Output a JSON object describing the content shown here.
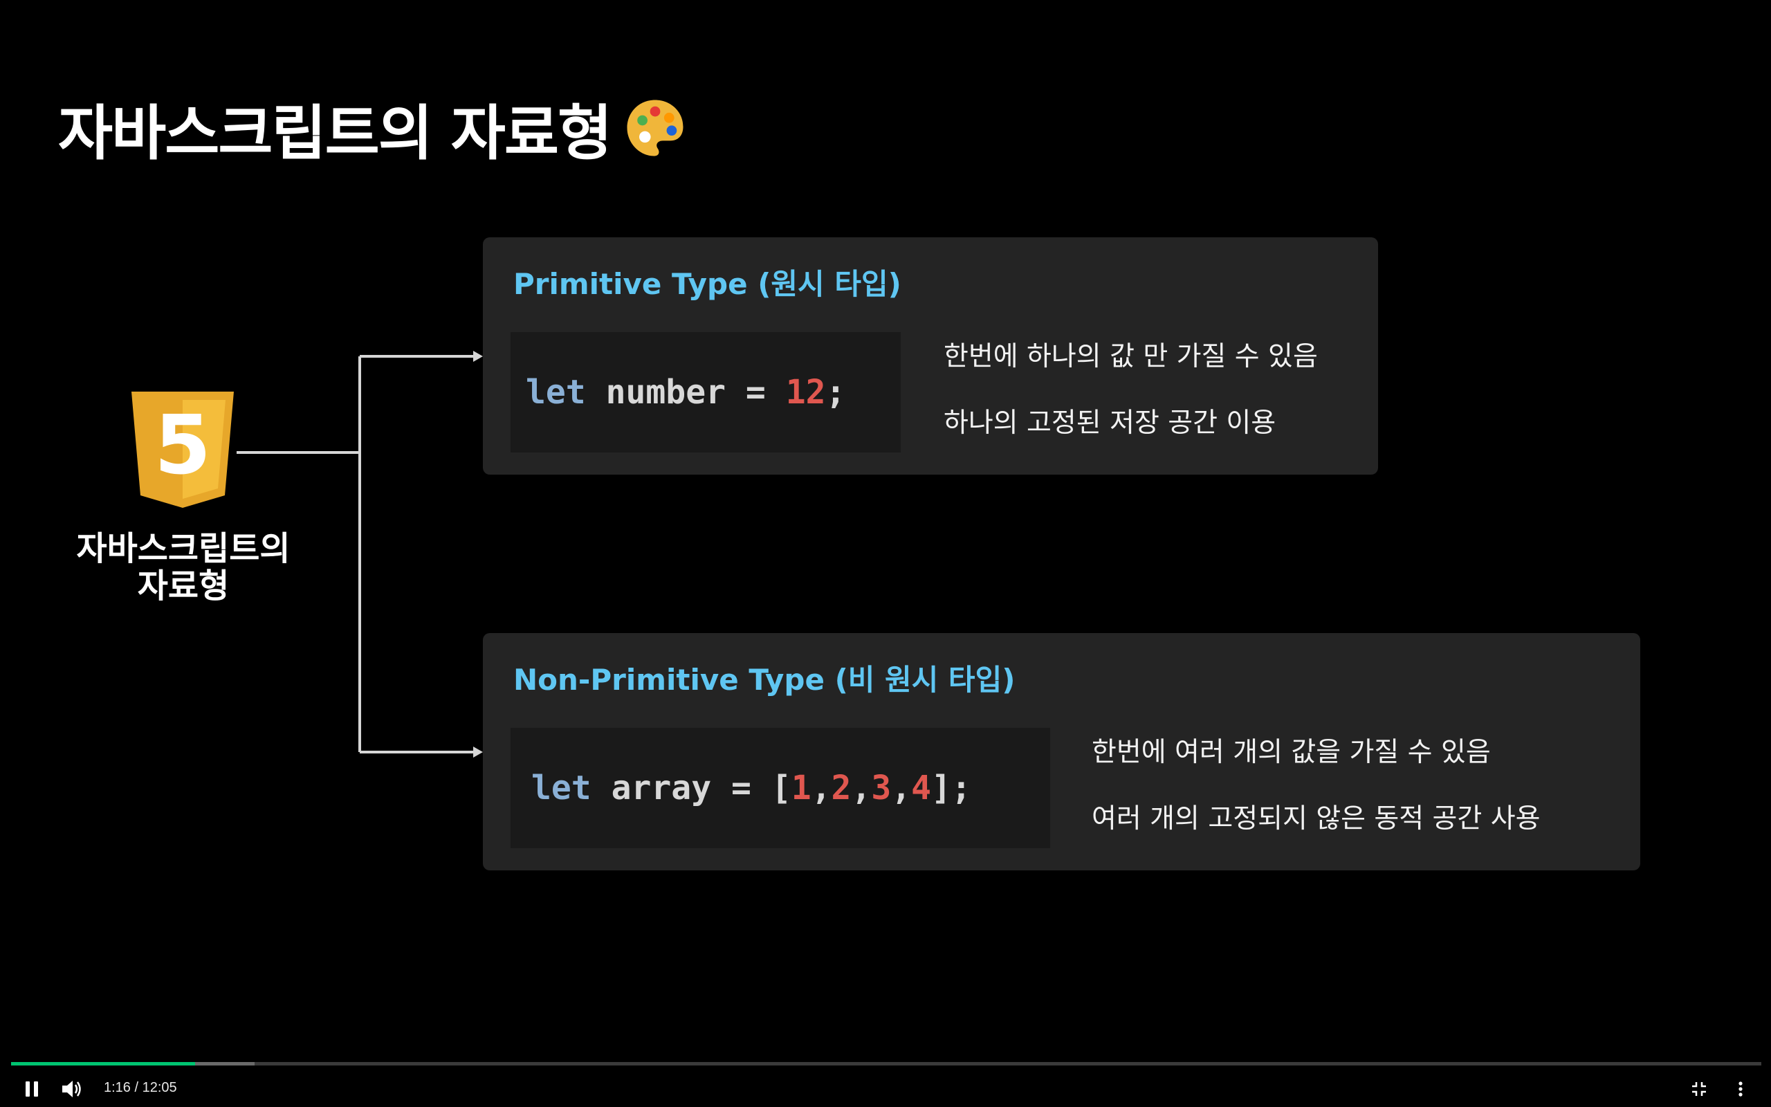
{
  "slide": {
    "title": "자바스크립트의 자료형",
    "title_icon": "palette-icon",
    "root_node": {
      "icon": "html5-shield-icon",
      "logo_glyph": "5",
      "label_line1": "자바스크립트의",
      "label_line2": "자료형"
    },
    "primitive": {
      "title": "Primitive Type (원시 타입)",
      "code": {
        "keyword": "let",
        "identifier": "number",
        "operator": "=",
        "value": "12",
        "terminator": ";"
      },
      "desc1": "한번에 하나의 값 만 가질 수 있음",
      "desc2": "하나의 고정된 저장 공간 이용"
    },
    "non_primitive": {
      "title": "Non-Primitive Type (비 원시 타입)",
      "code": {
        "keyword": "let",
        "identifier": "array",
        "operator": "=",
        "open": "[",
        "items": [
          "1",
          "2",
          "3",
          "4"
        ],
        "close": "];"
      },
      "desc1": "한번에 여러 개의 값을 가질 수 있음",
      "desc2": "여러 개의 고정되지 않은 동적 공간 사용"
    }
  },
  "player": {
    "time_display": "1:16 / 12:05",
    "played_fraction": 0.105,
    "buffered_fraction": 0.139,
    "colors": {
      "accent": "#00c471",
      "track": "#3a3a3a",
      "buffer": "#6a6a6a"
    },
    "icons": {
      "pause": "pause-icon",
      "volume": "volume-icon",
      "exit_fullscreen": "exit-fullscreen-icon",
      "more": "more-vertical-icon"
    }
  },
  "colors": {
    "background": "#000000",
    "card": "#242424",
    "code_bg": "#1a1a1a",
    "card_title": "#5fc6f2",
    "keyword": "#8ab0d6",
    "number": "#e0574f",
    "html5_orange": "#e7a72a"
  }
}
